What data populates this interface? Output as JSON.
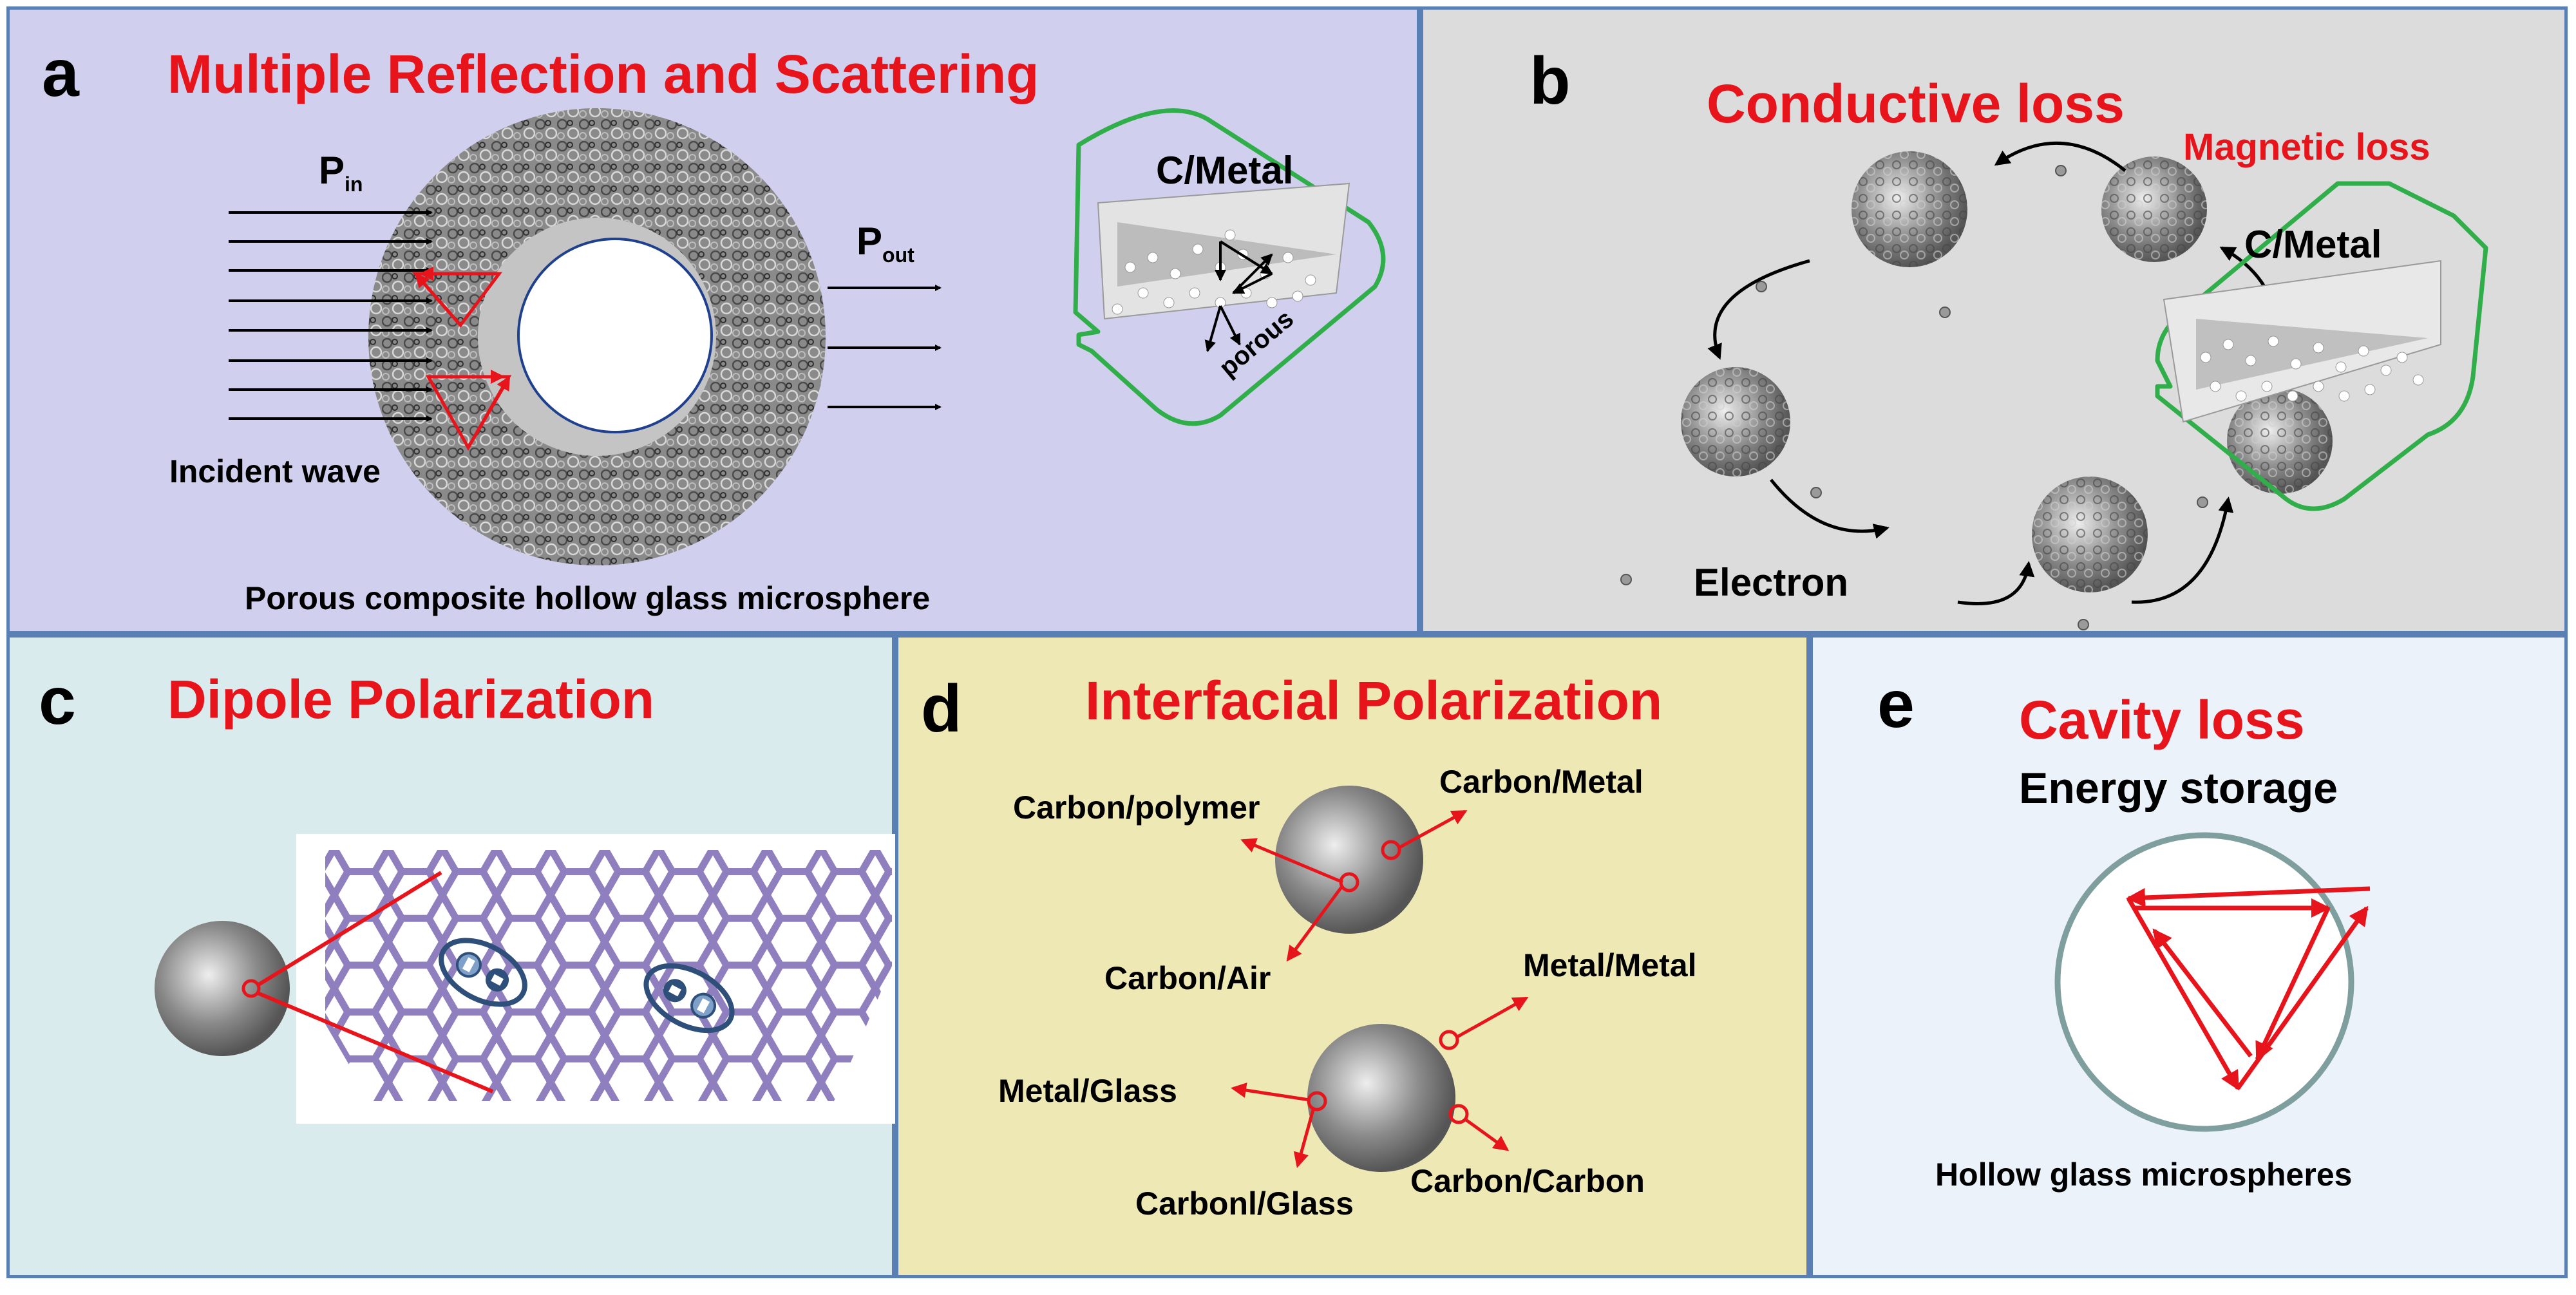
{
  "panel_a": {
    "letter": "a",
    "title": "Multiple Reflection and Scattering",
    "p_in": "P",
    "p_in_sub": "in",
    "p_out": "P",
    "p_out_sub": "out",
    "incident": "Incident wave",
    "cmetal": "C/Metal",
    "porous": "porous",
    "caption": "Porous composite hollow glass microsphere",
    "bg": "#d0d0ee"
  },
  "panel_b": {
    "letter": "b",
    "title": "Conductive loss",
    "magnetic": "Magnetic  loss",
    "cmetal": "C/Metal",
    "electron": "Electron",
    "bg": "#dcdcdc"
  },
  "panel_c": {
    "letter": "c",
    "title": "Dipole Polarization",
    "bg": "#daebee"
  },
  "panel_d": {
    "letter": "d",
    "title": "Interfacial Polarization",
    "labels": {
      "carbon_polymer": "Carbon/polymer",
      "carbon_metal": "Carbon/Metal",
      "carbon_air": "Carbon/Air",
      "metal_metal": "Metal/Metal",
      "metal_glass": "Metal/Glass",
      "carbon_carbon": "Carbon/Carbon",
      "carbon_glass": "Carbonl/Glass"
    },
    "bg": "#ede8b4"
  },
  "panel_e": {
    "letter": "e",
    "title": "Cavity loss",
    "subtitle": "Energy storage",
    "caption": "Hollow glass microspheres",
    "bg": "#ebf2f9"
  },
  "colors": {
    "red": "#e8141b",
    "green": "#2fae4a",
    "border": "#5a7fb5",
    "lattice": "#8f7fbf",
    "dipole": "#2e4f7a"
  }
}
